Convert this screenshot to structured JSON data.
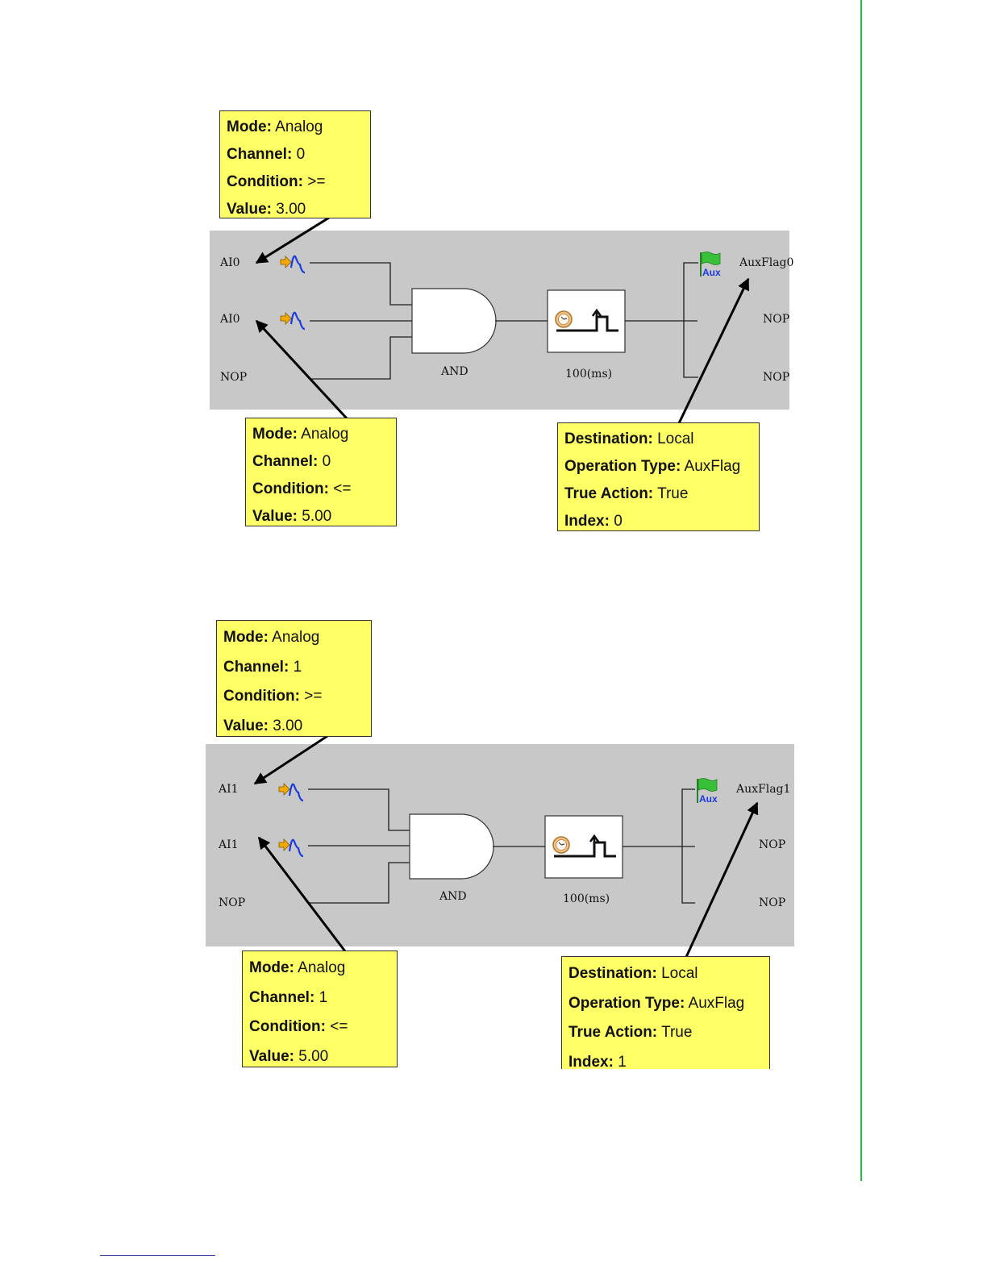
{
  "diagrams": [
    {
      "inputs": [
        "AI0",
        "AI0",
        "NOP"
      ],
      "gate_label": "AND",
      "timer_label": "100(ms)",
      "outputs": [
        "AuxFlag0",
        "NOP",
        "NOP"
      ],
      "aux_icon_text": "Aux",
      "callouts": {
        "input_top": [
          {
            "key": "Mode:",
            "value": "Analog"
          },
          {
            "key": "Channel:",
            "value": "0"
          },
          {
            "key": "Condition:",
            "value": ">="
          },
          {
            "key": "Value:",
            "value": "3.00"
          }
        ],
        "input_bottom": [
          {
            "key": "Mode:",
            "value": "Analog"
          },
          {
            "key": "Channel:",
            "value": "0"
          },
          {
            "key": "Condition:",
            "value": "<="
          },
          {
            "key": "Value:",
            "value": "5.00"
          }
        ],
        "output": [
          {
            "key": "Destination:",
            "value": "Local"
          },
          {
            "key": "Operation Type:",
            "value": "AuxFlag"
          },
          {
            "key": "True Action:",
            "value": "True"
          },
          {
            "key": "Index:",
            "value": "0"
          }
        ]
      }
    },
    {
      "inputs": [
        "AI1",
        "AI1",
        "NOP"
      ],
      "gate_label": "AND",
      "timer_label": "100(ms)",
      "outputs": [
        "AuxFlag1",
        "NOP",
        "NOP"
      ],
      "aux_icon_text": "Aux",
      "callouts": {
        "input_top": [
          {
            "key": "Mode:",
            "value": "Analog"
          },
          {
            "key": "Channel:",
            "value": "1"
          },
          {
            "key": "Condition:",
            "value": ">="
          },
          {
            "key": "Value:",
            "value": "3.00"
          }
        ],
        "input_bottom": [
          {
            "key": "Mode:",
            "value": "Analog"
          },
          {
            "key": "Channel:",
            "value": "1"
          },
          {
            "key": "Condition:",
            "value": "<="
          },
          {
            "key": "Value:",
            "value": "5.00"
          }
        ],
        "output": [
          {
            "key": "Destination:",
            "value": "Local"
          },
          {
            "key": "Operation Type:",
            "value": "AuxFlag"
          },
          {
            "key": "True Action:",
            "value": "True"
          },
          {
            "key": "Index:",
            "value": "1"
          }
        ]
      }
    }
  ],
  "colors": {
    "callout_fill": "#ffff66",
    "panel_fill": "#c8c8c8",
    "margin_rule": "#22c33a",
    "signal_icon": "#1a3be0",
    "arrow_icon": "#f2a900",
    "flag_icon": "#38c038"
  }
}
